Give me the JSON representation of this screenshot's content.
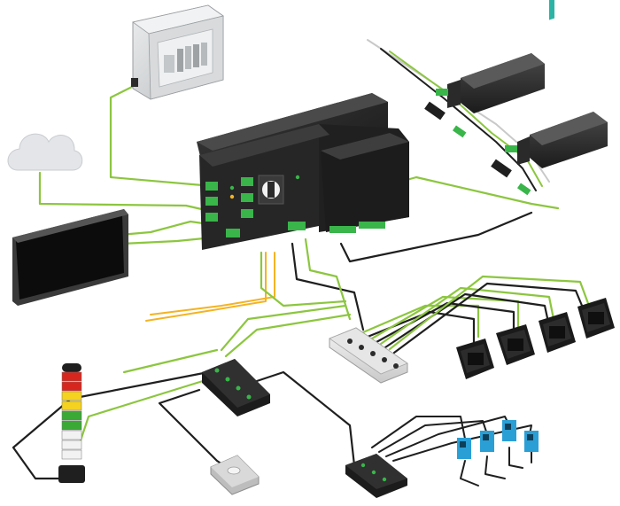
{
  "colors": {
    "background": "#ffffff",
    "cable_green": "#8cc63f",
    "cable_green_light": "#a9d97a",
    "cable_black": "#1f1f1f",
    "cable_orange": "#f3b323",
    "device_dark": "#2b2b2b",
    "device_darker": "#1a1a1a",
    "connector_green": "#39b54a",
    "accent_teal": "#2bb3a5",
    "sensor_blue": "#2a9fd6",
    "cabinet_grey": "#cfd1d3",
    "cloud_grey": "#e3e5e8",
    "stack_red": "#d7261e",
    "stack_yellow": "#f4d21f",
    "stack_green": "#3aa935",
    "stack_white": "#f2f2f2"
  },
  "components": {
    "control_cabinet": "control-cabinet",
    "cloud": "cloud-icon",
    "monitor": "hmi-monitor",
    "controller": "drive-controller",
    "servo_motors": [
      "servo-motor-1",
      "servo-motor-2"
    ],
    "power_modules": [
      "power-module-1",
      "power-module-2",
      "power-module-3",
      "power-module-4"
    ],
    "io_hub": "io-hub",
    "distribution_box": "distribution-box",
    "sensor_box": "sensor-box",
    "optical_sensors": [
      "optical-sensor-1",
      "optical-sensor-2",
      "optical-sensor-3",
      "optical-sensor-4"
    ],
    "signal_tower": "signal-tower",
    "push_button": "push-button-station"
  },
  "signal_tower_levels": [
    "red",
    "red",
    "yellow",
    "yellow",
    "green",
    "green",
    "white",
    "white",
    "white"
  ]
}
